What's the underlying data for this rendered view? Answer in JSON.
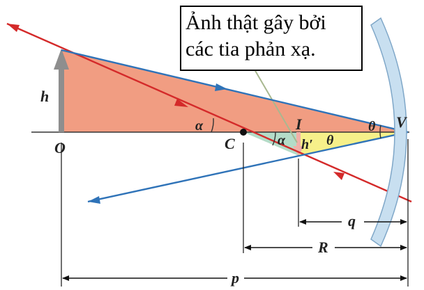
{
  "callout": {
    "line1": "Ảnh thật gây bởi",
    "line2": "các tia phản xạ."
  },
  "labels": {
    "h": "h",
    "O": "O",
    "C": "C",
    "I": "I",
    "V": "V",
    "h_prime": "h′",
    "alpha_1": "α",
    "alpha_2": "α",
    "theta_1": "θ",
    "theta_2": "θ",
    "q": "q",
    "R": "R",
    "p": "p"
  },
  "colors": {
    "incident_ray": "#d42a2a",
    "reflected_ray": "#2f73b8",
    "object_triangle": "#ef8c6c",
    "image_triangle_yellow": "#f6f08a",
    "image_triangle_green": "#b4dcc8",
    "mirror": "#c8dff0",
    "object_arrow": "#8e8e8e",
    "image_arrow": "#f2b0a8"
  }
}
